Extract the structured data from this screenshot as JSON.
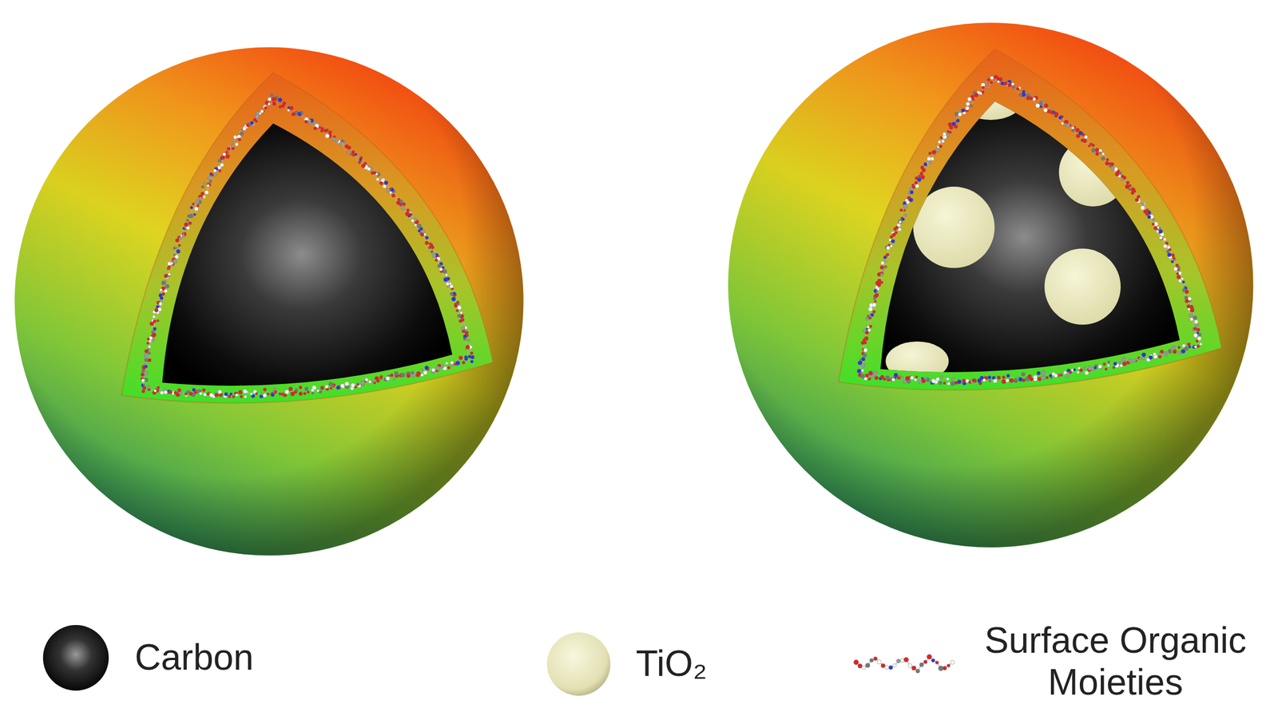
{
  "diagram": {
    "legend": [
      {
        "text": "Carbon"
      },
      {
        "text": "TiO₂"
      },
      {
        "text": "Surface Organic Moieties"
      }
    ]
  }
}
